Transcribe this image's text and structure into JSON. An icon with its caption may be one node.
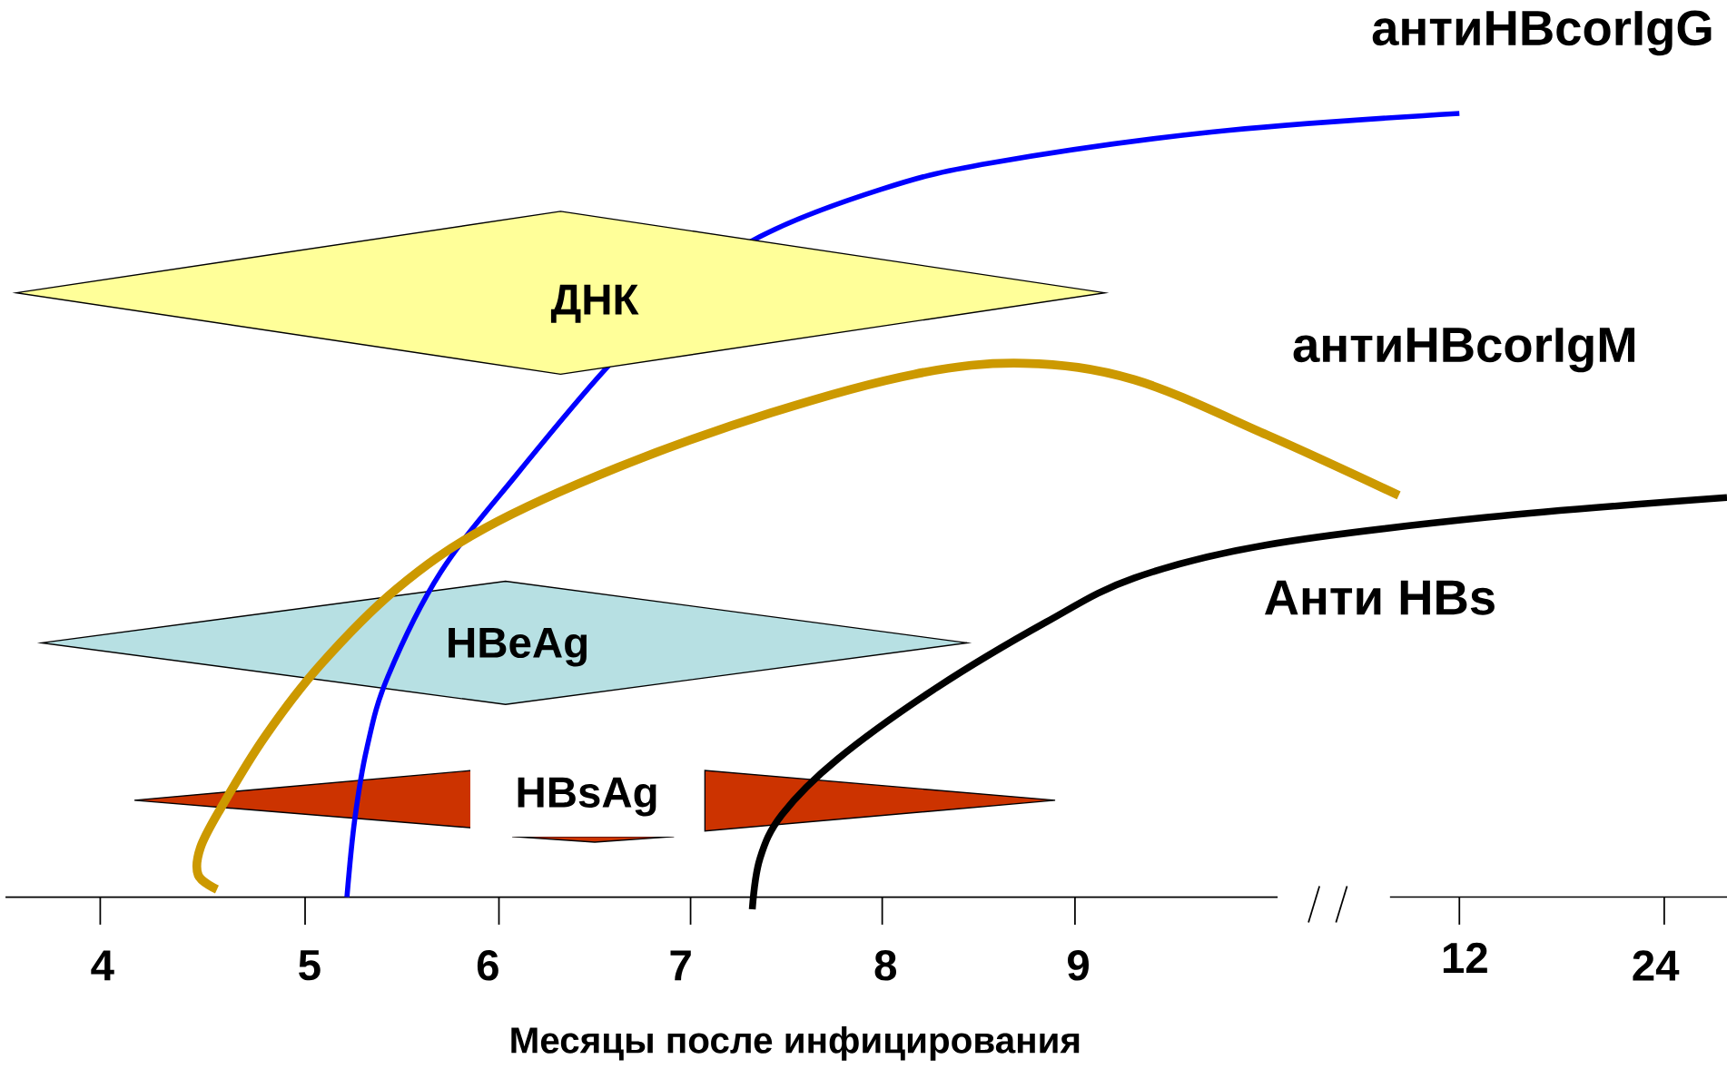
{
  "diagram": {
    "nodes": [
      {
        "text": [
          "ДНК"
        ]
      },
      {
        "text": [
          "HBeAg"
        ]
      },
      {
        "text": [
          "HBsAg"
        ]
      }
    ],
    "labels": [
      "антиHBcorIgG",
      "антиHBcorIgM",
      "Анти HBs",
      "4",
      "5",
      "6",
      "7",
      "8",
      "9",
      "12",
      "24",
      "Месяцы после инфицирования"
    ]
  }
}
